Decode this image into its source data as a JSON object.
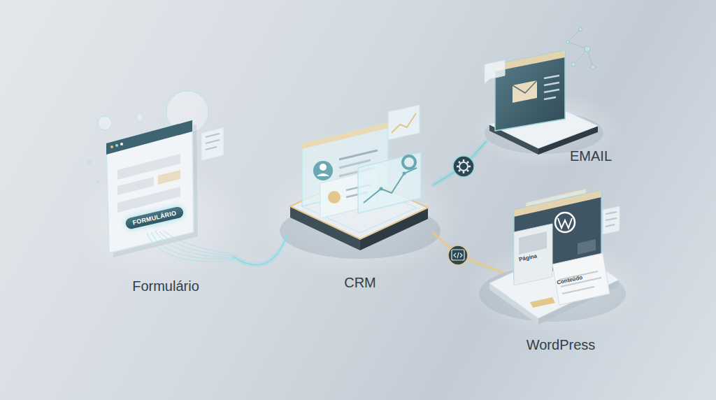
{
  "diagram": {
    "nodes": [
      {
        "text": [
          "Formulário"
        ]
      },
      {
        "text": [
          "FORMULÁRIO"
        ],
        "in": 0
      },
      {
        "text": [
          "CRM"
        ]
      },
      {
        "text": [
          "EMAIL"
        ]
      },
      {
        "text": [
          "Página",
          "Conteúdo",
          "WordPress"
        ]
      }
    ],
    "edges": [
      {
        "from": 0,
        "to": 2,
        "arrow": "none"
      },
      {
        "from": 2,
        "to": 3,
        "arrow": "none"
      },
      {
        "from": 2,
        "to": 4,
        "arrow": "none"
      }
    ]
  }
}
